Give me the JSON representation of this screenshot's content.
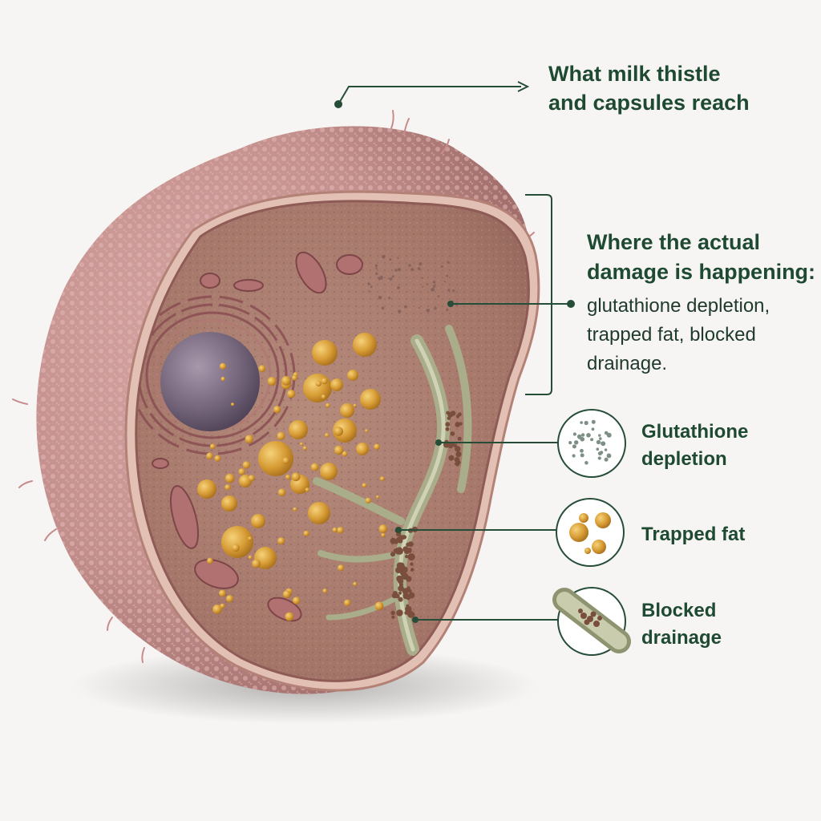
{
  "callout_top": {
    "lines": [
      "What milk thistle",
      "and capsules reach"
    ]
  },
  "damage": {
    "title_lines": [
      "Where the actual",
      "damage is happening:"
    ],
    "body_lines": [
      "glutathione depletion,",
      "trapped fat, blocked",
      "drainage."
    ]
  },
  "legend": [
    {
      "lines": [
        "Glutathione",
        "depletion"
      ],
      "icon": "glutathione-dots-icon"
    },
    {
      "lines": [
        "Trapped fat"
      ],
      "icon": "fat-droplets-icon"
    },
    {
      "lines": [
        "Blocked",
        "drainage"
      ],
      "icon": "blocked-duct-icon"
    }
  ],
  "colors": {
    "text_green": "#1f4a32",
    "line_green": "#264d38",
    "membrane": "#c99592",
    "cytoplasm": "#a87a6c",
    "fat": "#d9a23a",
    "nucleus": "#74657a",
    "duct": "#a9ad8a"
  }
}
